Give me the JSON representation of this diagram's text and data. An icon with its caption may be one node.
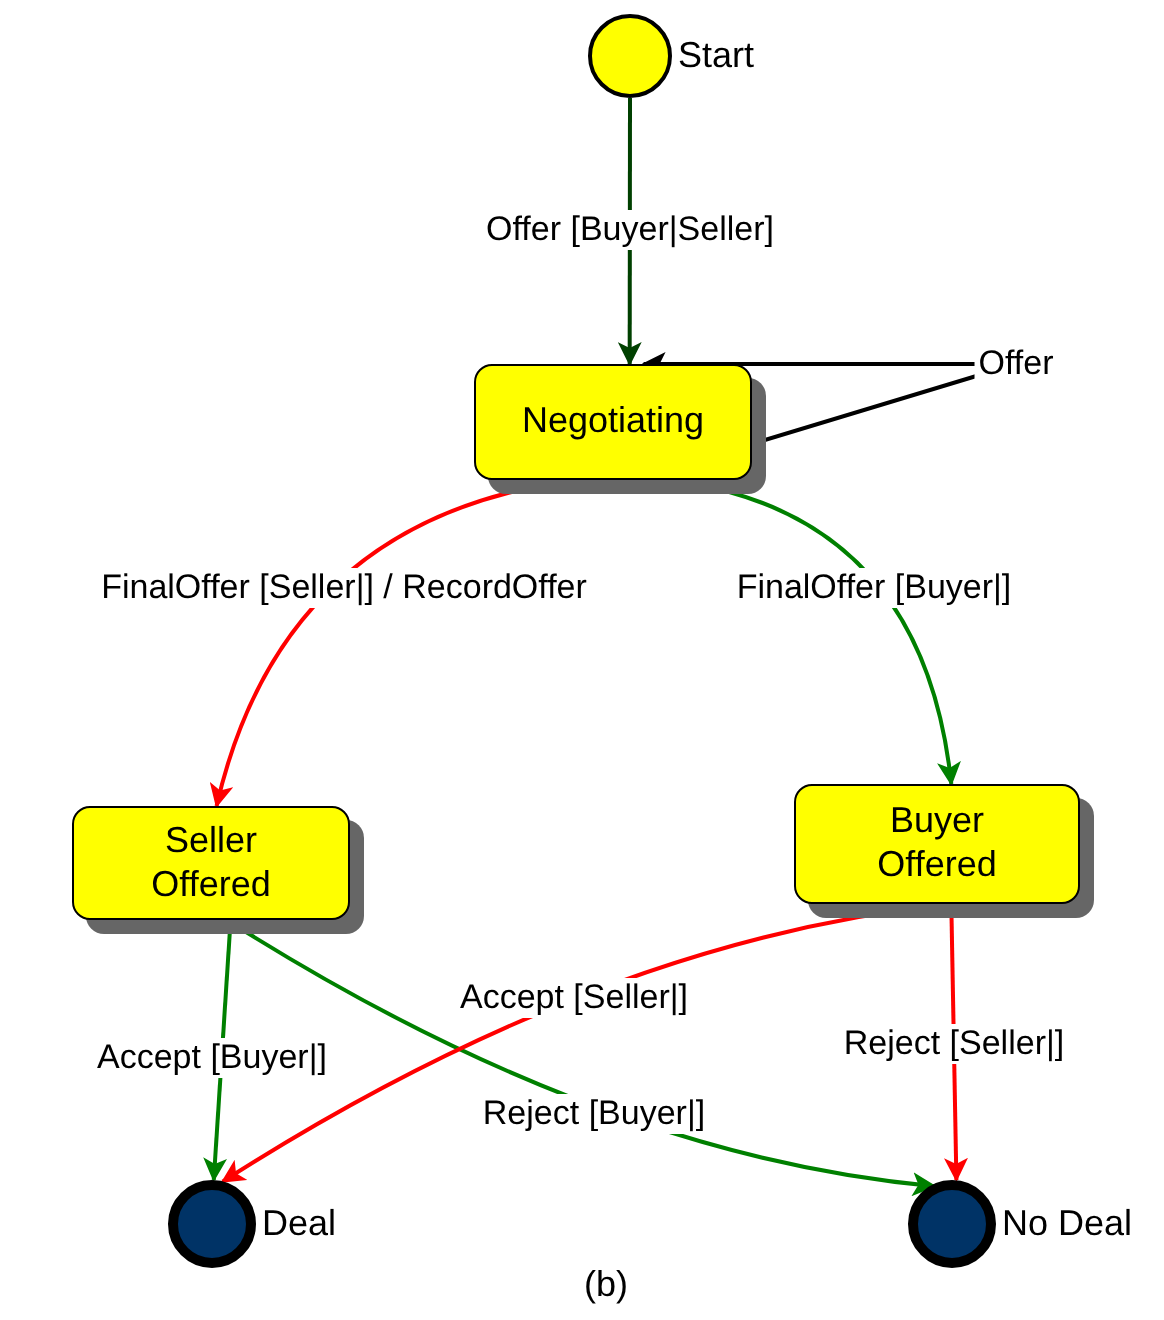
{
  "diagram": {
    "caption": "(b)",
    "nodes": [
      {
        "text": [],
        "shape": "circle",
        "beside": [
          "Start"
        ]
      },
      {
        "text": [
          "Negotiating"
        ]
      },
      {
        "text": [
          "Seller Offered"
        ]
      },
      {
        "text": [
          "Buyer Offered"
        ]
      },
      {
        "text": [],
        "shape": "circle",
        "beside": [
          "Deal"
        ]
      },
      {
        "text": [],
        "shape": "circle",
        "beside": [
          "No Deal"
        ]
      }
    ],
    "edges": [
      {
        "from": 0,
        "to": 1,
        "arrow": "to",
        "label": "Offer [Buyer|Seller]",
        "color": "#004000"
      },
      {
        "from": 1,
        "to": 1,
        "arrow": "to",
        "label": "Offer",
        "color": "#000000"
      },
      {
        "from": 1,
        "to": 2,
        "arrow": "to",
        "label": "FinalOffer [Seller|]  / RecordOffer",
        "color": "#ff0000"
      },
      {
        "from": 1,
        "to": 3,
        "arrow": "to",
        "label": "FinalOffer [Buyer|]",
        "color": "#008000"
      },
      {
        "from": 2,
        "to": 4,
        "arrow": "to",
        "label": "Accept [Buyer|]",
        "color": "#008000"
      },
      {
        "from": 2,
        "to": 5,
        "arrow": "to",
        "label": "Reject [Buyer|]",
        "color": "#008000"
      },
      {
        "from": 3,
        "to": 4,
        "arrow": "to",
        "label": "Accept [Seller|]",
        "color": "#ff0000"
      },
      {
        "from": 3,
        "to": 5,
        "arrow": "to",
        "label": "Reject [Seller|]",
        "color": "#ff0000"
      }
    ]
  }
}
